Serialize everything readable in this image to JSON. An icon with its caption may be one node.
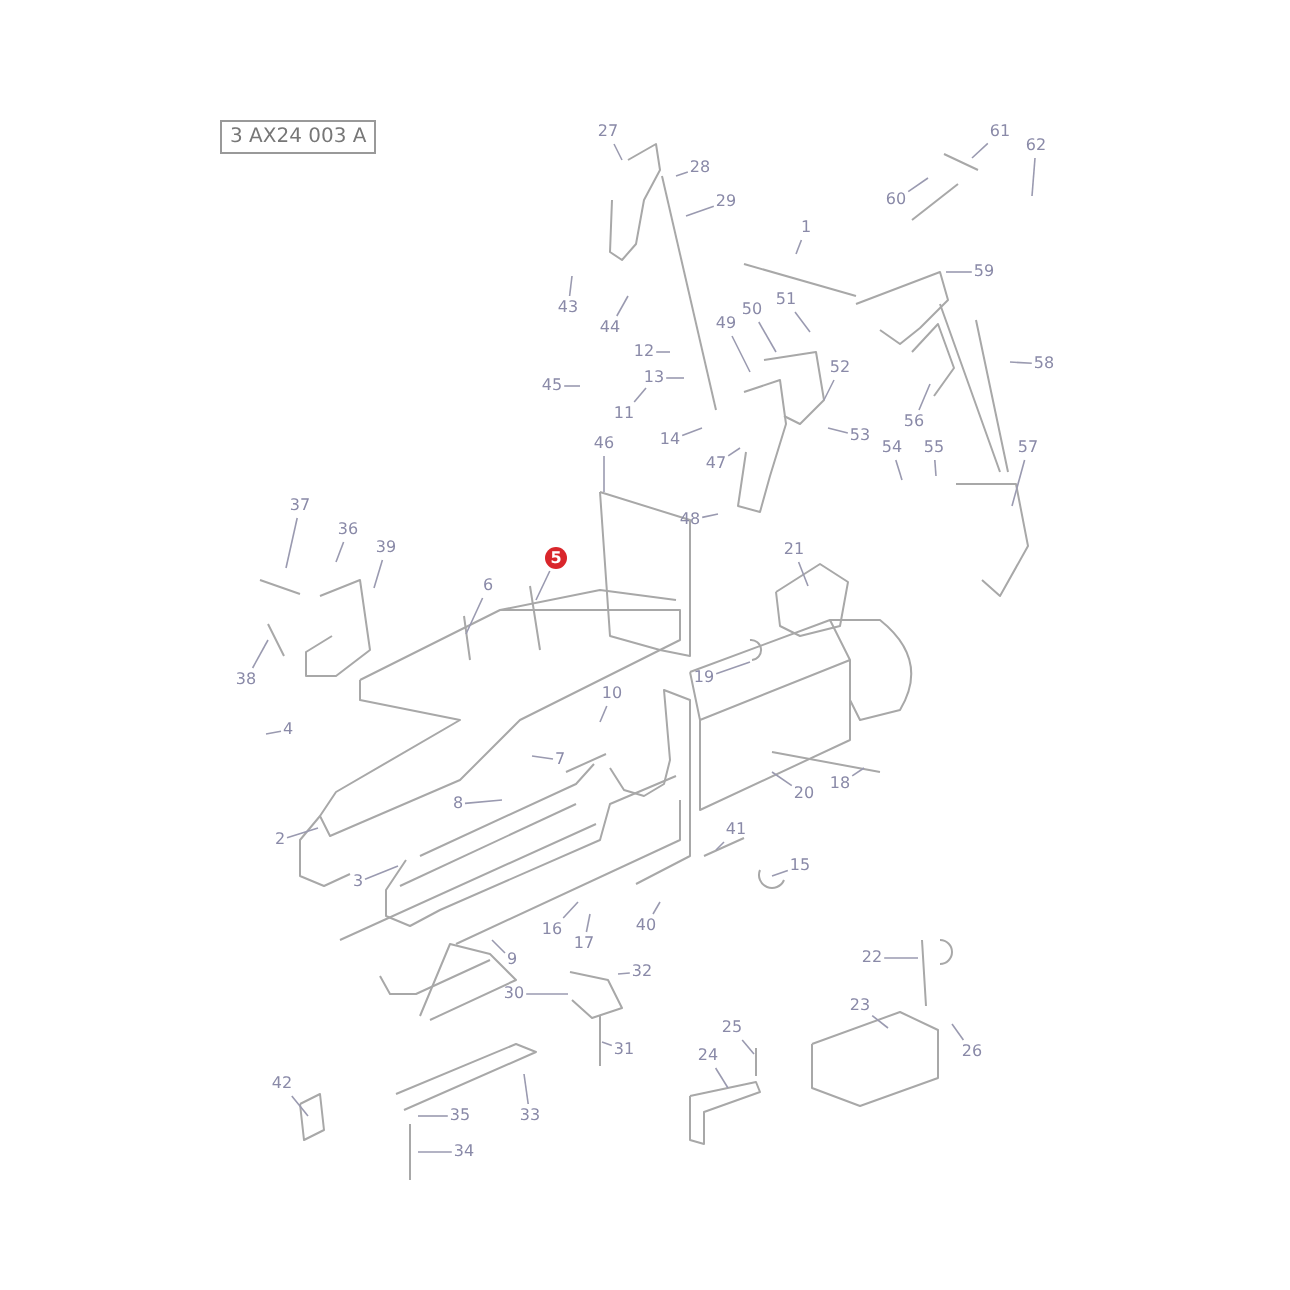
{
  "diagram": {
    "nodes": [
      {
        "text": [
          "3 AX24 003 A"
        ]
      },
      {
        "text": [
          "27"
        ]
      },
      {
        "text": [
          "28"
        ]
      },
      {
        "text": [
          "29"
        ]
      },
      {
        "text": [
          "43"
        ]
      },
      {
        "text": [
          "44"
        ]
      },
      {
        "text": [
          "1"
        ]
      },
      {
        "text": [
          "51"
        ]
      },
      {
        "text": [
          "50"
        ]
      },
      {
        "text": [
          "49"
        ]
      },
      {
        "text": [
          "12"
        ]
      },
      {
        "text": [
          "13"
        ]
      },
      {
        "text": [
          "45"
        ]
      },
      {
        "text": [
          "11"
        ]
      },
      {
        "text": [
          "14"
        ]
      },
      {
        "text": [
          "47"
        ]
      },
      {
        "text": [
          "52"
        ]
      },
      {
        "text": [
          "53"
        ]
      },
      {
        "text": [
          "59"
        ]
      },
      {
        "text": [
          "61"
        ]
      },
      {
        "text": [
          "62"
        ]
      },
      {
        "text": [
          "60"
        ]
      },
      {
        "text": [
          "58"
        ]
      },
      {
        "text": [
          "56"
        ]
      },
      {
        "text": [
          "54"
        ]
      },
      {
        "text": [
          "55"
        ]
      },
      {
        "text": [
          "57"
        ]
      },
      {
        "text": [
          "46"
        ]
      },
      {
        "text": [
          "48"
        ]
      },
      {
        "text": [
          "21"
        ]
      },
      {
        "text": [
          "19"
        ]
      },
      {
        "text": [
          "20"
        ]
      },
      {
        "text": [
          "18"
        ]
      },
      {
        "text": [
          "41"
        ]
      },
      {
        "text": [
          "15"
        ]
      },
      {
        "text": [
          "40"
        ]
      },
      {
        "text": [
          "16"
        ]
      },
      {
        "text": [
          "17"
        ]
      },
      {
        "text": [
          "37"
        ]
      },
      {
        "text": [
          "36"
        ]
      },
      {
        "text": [
          "39"
        ]
      },
      {
        "text": [
          "38"
        ]
      },
      {
        "text": [
          "5"
        ]
      },
      {
        "text": [
          "6"
        ]
      },
      {
        "text": [
          "10"
        ]
      },
      {
        "text": [
          "4"
        ]
      },
      {
        "text": [
          "7"
        ]
      },
      {
        "text": [
          "8"
        ]
      },
      {
        "text": [
          "2"
        ]
      },
      {
        "text": [
          "3"
        ]
      },
      {
        "text": [
          "9"
        ]
      },
      {
        "text": [
          "32"
        ]
      },
      {
        "text": [
          "30"
        ]
      },
      {
        "text": [
          "31"
        ]
      },
      {
        "text": [
          "33"
        ]
      },
      {
        "text": [
          "35"
        ]
      },
      {
        "text": [
          "34"
        ]
      },
      {
        "text": [
          "42"
        ]
      },
      {
        "text": [
          "22"
        ]
      },
      {
        "text": [
          "23"
        ]
      },
      {
        "text": [
          "26"
        ]
      },
      {
        "text": [
          "25"
        ]
      },
      {
        "text": [
          "24"
        ]
      }
    ],
    "edges": [
      {
        "from": 1,
        "to": null,
        "arrow": "none"
      },
      {
        "from": 2,
        "to": null,
        "arrow": "none"
      },
      {
        "from": 3,
        "to": null,
        "arrow": "none"
      },
      {
        "from": 4,
        "to": null,
        "arrow": "none"
      },
      {
        "from": 5,
        "to": null,
        "arrow": "none"
      },
      {
        "from": 6,
        "to": null,
        "arrow": "none"
      },
      {
        "from": 7,
        "to": null,
        "arrow": "none"
      },
      {
        "from": 8,
        "to": null,
        "arrow": "none"
      },
      {
        "from": 9,
        "to": null,
        "arrow": "none"
      },
      {
        "from": 10,
        "to": null,
        "arrow": "none"
      },
      {
        "from": 11,
        "to": null,
        "arrow": "none"
      },
      {
        "from": 12,
        "to": null,
        "arrow": "none"
      },
      {
        "from": 13,
        "to": null,
        "arrow": "none"
      },
      {
        "from": 14,
        "to": null,
        "arrow": "none"
      },
      {
        "from": 15,
        "to": null,
        "arrow": "none"
      },
      {
        "from": 16,
        "to": null,
        "arrow": "none"
      },
      {
        "from": 17,
        "to": null,
        "arrow": "none"
      },
      {
        "from": 18,
        "to": null,
        "arrow": "none"
      },
      {
        "from": 19,
        "to": null,
        "arrow": "none"
      },
      {
        "from": 20,
        "to": null,
        "arrow": "none"
      },
      {
        "from": 21,
        "to": null,
        "arrow": "none"
      },
      {
        "from": 22,
        "to": null,
        "arrow": "none"
      },
      {
        "from": 23,
        "to": null,
        "arrow": "none"
      },
      {
        "from": 24,
        "to": null,
        "arrow": "none"
      },
      {
        "from": 25,
        "to": null,
        "arrow": "none"
      },
      {
        "from": 26,
        "to": null,
        "arrow": "none"
      },
      {
        "from": 27,
        "to": null,
        "arrow": "none"
      },
      {
        "from": 28,
        "to": null,
        "arrow": "none"
      },
      {
        "from": 29,
        "to": null,
        "arrow": "none"
      },
      {
        "from": 30,
        "to": null,
        "arrow": "none"
      },
      {
        "from": 31,
        "to": null,
        "arrow": "none"
      },
      {
        "from": 32,
        "to": null,
        "arrow": "none"
      },
      {
        "from": 33,
        "to": null,
        "arrow": "none"
      },
      {
        "from": 34,
        "to": null,
        "arrow": "none"
      },
      {
        "from": 35,
        "to": null,
        "arrow": "none"
      },
      {
        "from": 36,
        "to": null,
        "arrow": "none"
      },
      {
        "from": 37,
        "to": null,
        "arrow": "none"
      },
      {
        "from": 38,
        "to": null,
        "arrow": "none"
      },
      {
        "from": 39,
        "to": null,
        "arrow": "none"
      },
      {
        "from": 40,
        "to": null,
        "arrow": "none"
      },
      {
        "from": 41,
        "to": null,
        "arrow": "none"
      },
      {
        "from": 42,
        "to": null,
        "arrow": "none"
      },
      {
        "from": 43,
        "to": null,
        "arrow": "none"
      },
      {
        "from": 44,
        "to": null,
        "arrow": "none"
      },
      {
        "from": 45,
        "to": null,
        "arrow": "none"
      },
      {
        "from": 46,
        "to": null,
        "arrow": "none"
      },
      {
        "from": 47,
        "to": null,
        "arrow": "none"
      },
      {
        "from": 48,
        "to": null,
        "arrow": "none"
      },
      {
        "from": 49,
        "to": null,
        "arrow": "none"
      },
      {
        "from": 50,
        "to": null,
        "arrow": "none"
      },
      {
        "from": 51,
        "to": null,
        "arrow": "none"
      },
      {
        "from": 52,
        "to": null,
        "arrow": "none"
      },
      {
        "from": 53,
        "to": null,
        "arrow": "none"
      },
      {
        "from": 54,
        "to": null,
        "arrow": "none"
      },
      {
        "from": 55,
        "to": null,
        "arrow": "none"
      },
      {
        "from": 56,
        "to": null,
        "arrow": "none"
      },
      {
        "from": 57,
        "to": null,
        "arrow": "none"
      },
      {
        "from": 58,
        "to": null,
        "arrow": "none"
      },
      {
        "from": 59,
        "to": null,
        "arrow": "none"
      },
      {
        "from": 60,
        "to": null,
        "arrow": "none"
      },
      {
        "from": 61,
        "to": null,
        "arrow": "none"
      },
      {
        "from": 62,
        "to": null,
        "arrow": "none"
      }
    ]
  }
}
